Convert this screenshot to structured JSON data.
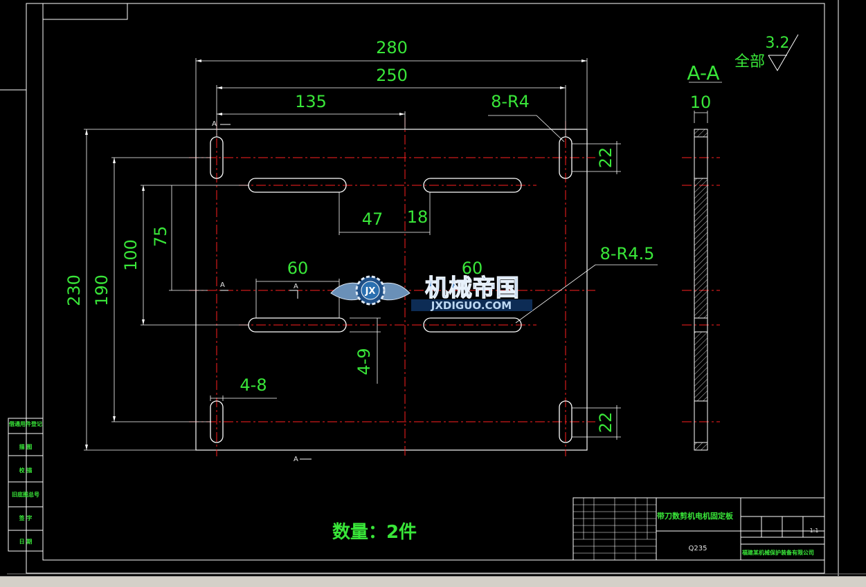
{
  "colors": {
    "background": "#000000",
    "outline": "#ffffff",
    "dimension": "#39e639",
    "center_line": "#ff2020",
    "frame": "#ffffff",
    "watermark_blue": "#2a6fb0",
    "watermark_text": "#a8c8ec"
  },
  "dimensions": {
    "overall_width": "280",
    "hole_spacing_outer": "250",
    "half_offset": "135",
    "corner_radius": "8-R4",
    "slot_length_22_top": "22",
    "slot_length_22_bottom": "22",
    "gap_47": "47",
    "gap_18": "18",
    "height_75": "75",
    "height_100": "100",
    "height_190": "190",
    "height_230": "230",
    "slot_60_left": "60",
    "slot_60_right": "60",
    "slot_radius": "8-R4.5",
    "slot_width_4_9": "4-9",
    "slot_width_4_8": "4-8",
    "thickness": "10"
  },
  "labels": {
    "section_title": "A-A",
    "section_marker": "A",
    "roughness_prefix": "全部",
    "roughness_value": "3.2",
    "quantity": "数量：2件"
  },
  "title_block": {
    "part_name": "带刀数剪机电机固定板",
    "material": "Q235",
    "scale": "1:1",
    "company": "福建某机械保护装备有限公司"
  },
  "side_panel": {
    "rows": [
      "借通用件登记",
      "描 图",
      "校 描",
      "旧底图总号",
      "签 字",
      "日 期"
    ]
  },
  "watermark": {
    "brand": "机械帝国",
    "url": "JXDIGUO.COM",
    "emblem": "JX"
  }
}
